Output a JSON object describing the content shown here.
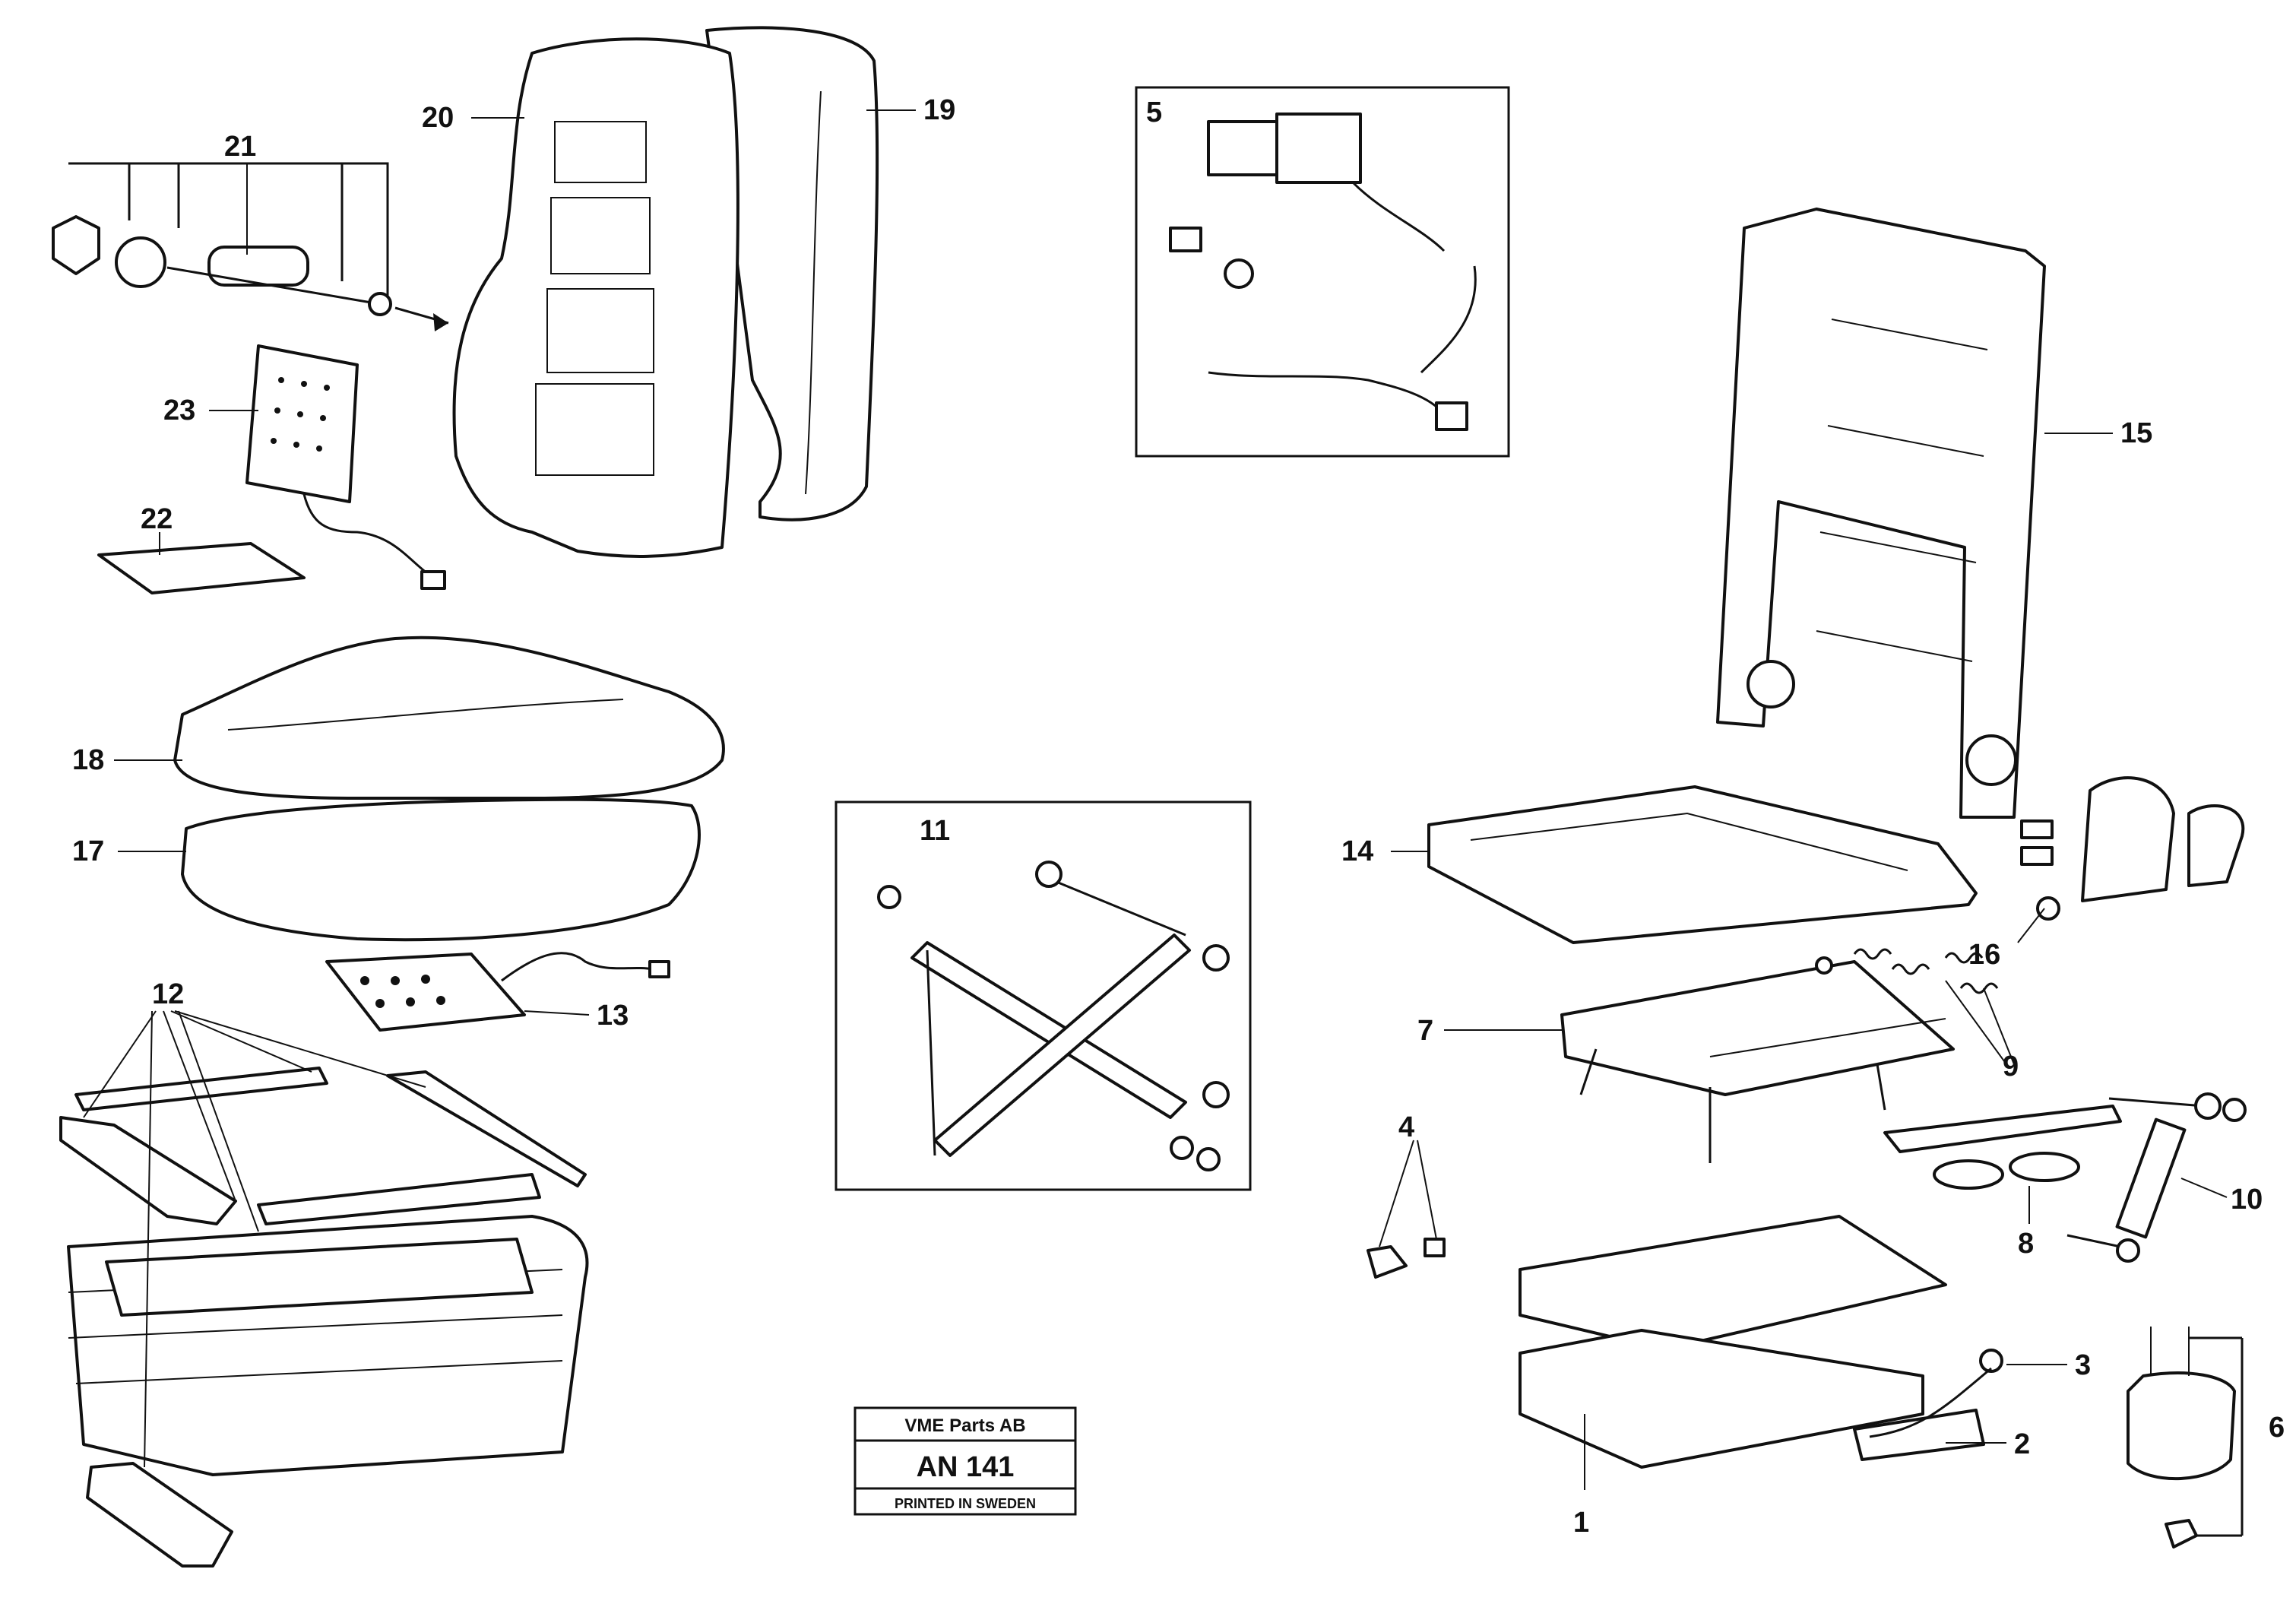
{
  "stamp": {
    "company": "VME Parts AB",
    "code": "AN 141",
    "printed": "PRINTED IN SWEDEN"
  },
  "callouts": [
    "1",
    "2",
    "3",
    "4",
    "5",
    "6",
    "7",
    "8",
    "9",
    "10",
    "11",
    "12",
    "13",
    "14",
    "15",
    "16",
    "17",
    "18",
    "19",
    "20",
    "21",
    "22",
    "23"
  ],
  "colors": {
    "ink": "#111111",
    "paper": "#ffffff"
  }
}
